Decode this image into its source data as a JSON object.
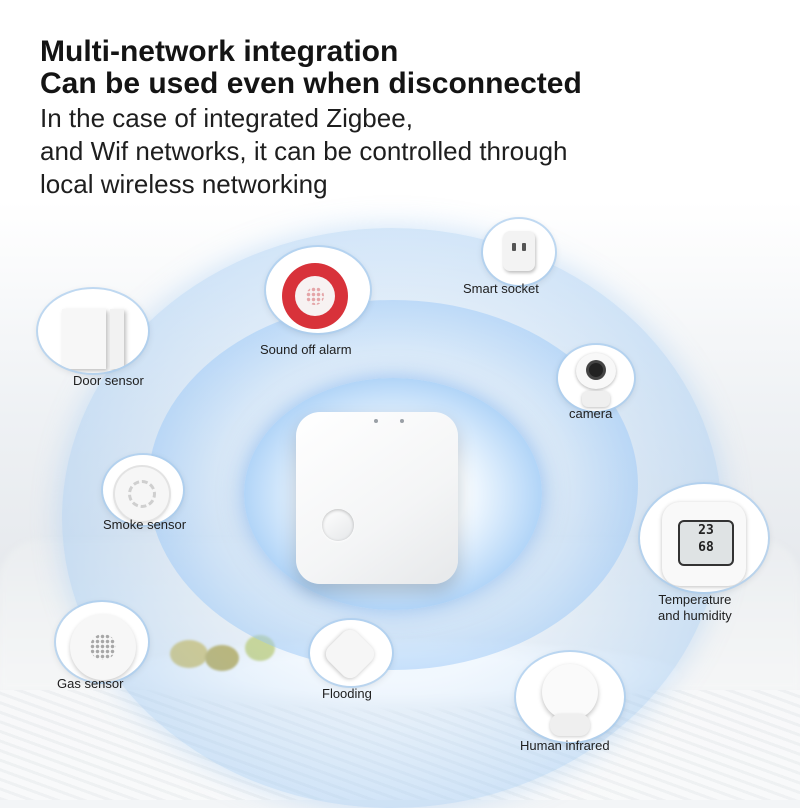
{
  "header": {
    "title_line1": "Multi-network integration",
    "title_line2": "Can be used even when disconnected",
    "desc_line1": "In the case of integrated Zigbee,",
    "desc_line2": "and Wif networks, it can be controlled through",
    "desc_line3": "local wireless networking"
  },
  "devices": {
    "smart_socket": "Smart socket",
    "sound_alarm": "Sound off alarm",
    "door_sensor": "Door sensor",
    "camera": "camera",
    "smoke_sensor": "Smoke sensor",
    "temp_humidity_line1": "Temperature",
    "temp_humidity_line2": "and humidity",
    "gas_sensor": "Gas sensor",
    "flooding": "Flooding",
    "human_infrared": "Human infrared"
  },
  "thermo_display": {
    "temperature": "23",
    "humidity": "68"
  },
  "colors": {
    "alarm_red": "#d8323a",
    "ring_blue": "#5ea4ee"
  }
}
